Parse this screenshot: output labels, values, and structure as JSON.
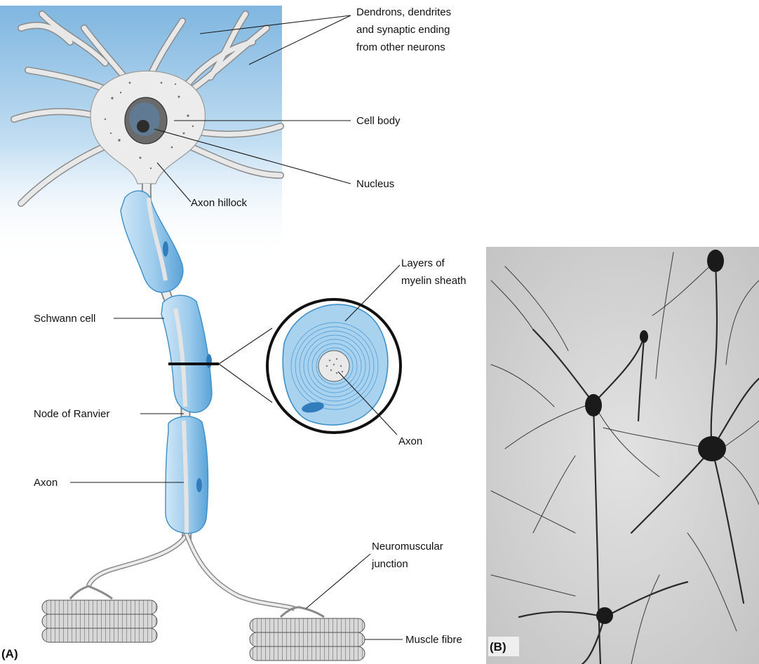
{
  "panel_a": {
    "label": "(A)",
    "labels": {
      "dendrons": [
        "Dendrons, dendrites",
        "and synaptic ending",
        "from other neurons"
      ],
      "cell_body": "Cell body",
      "nucleus": "Nucleus",
      "axon_hillock": "Axon hillock",
      "myelin_layers": [
        "Layers of",
        "myelin sheath"
      ],
      "schwann_cell": "Schwann cell",
      "node_of_ranvier": "Node of Ranvier",
      "axon_inset": "Axon",
      "axon": "Axon",
      "neuromuscular_junction": [
        "Neuromuscular",
        "junction"
      ],
      "muscle_fibre": "Muscle fibre"
    }
  },
  "panel_b": {
    "label": "(B)"
  },
  "colors": {
    "background_blue": "#a9d0ec",
    "neuron_fill": "#e6e6e6",
    "myelin_blue": "#8fc3e8",
    "myelin_outline": "#3d8fc8",
    "nucleus": "#4a4a4a"
  }
}
